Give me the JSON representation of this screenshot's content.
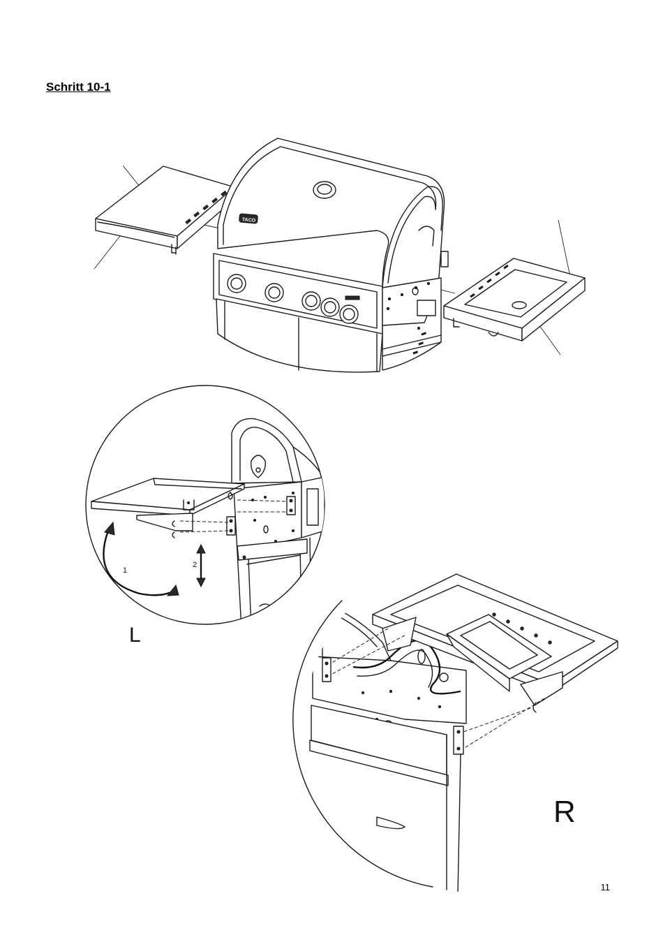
{
  "step": {
    "title": "Schritt 10-1"
  },
  "labels": {
    "left": "L",
    "right": "R"
  },
  "arrows": {
    "one": "1",
    "two": "2"
  },
  "grill": {
    "brand": "TACO"
  },
  "page": {
    "number": "11"
  }
}
